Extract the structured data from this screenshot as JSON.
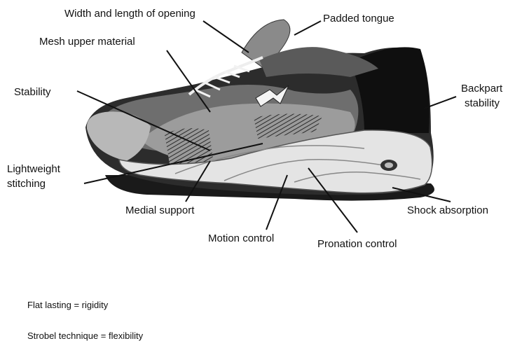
{
  "labels": {
    "width_length_opening": "Width and length of opening",
    "padded_tongue": "Padded tongue",
    "mesh_upper": "Mesh upper material",
    "stability": "Stability",
    "backpart_line1": "Backpart",
    "backpart_line2": "stability",
    "lightweight_line1": "Lightweight",
    "lightweight_line2": "stitching",
    "medial_support": "Medial support",
    "motion_control": "Motion control",
    "pronation_control": "Pronation control",
    "shock_absorption": "Shock absorption"
  },
  "notes": {
    "flat_lasting": "Flat lasting = rigidity",
    "strobel": "Strobel technique = flexibility"
  }
}
